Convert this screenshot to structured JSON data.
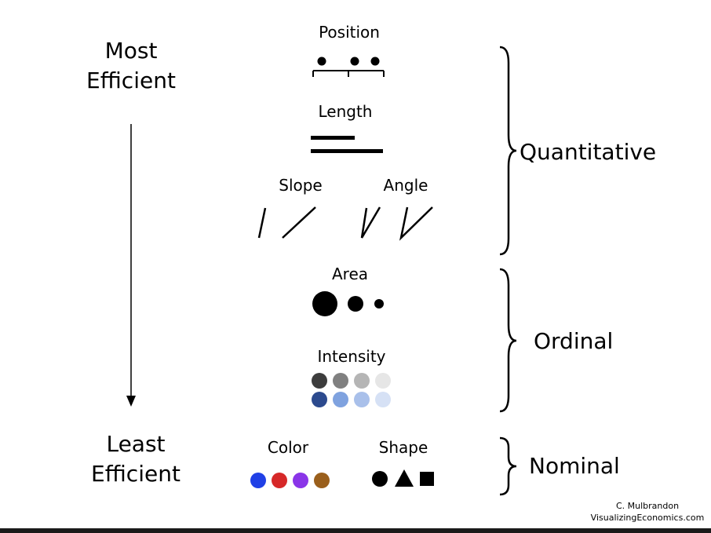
{
  "scale": {
    "top_line1": "Most",
    "top_line2": "Efficient",
    "bottom_line1": "Least",
    "bottom_line2": "Efficient"
  },
  "encodings": {
    "position": "Position",
    "length": "Length",
    "slope": "Slope",
    "angle": "Angle",
    "area": "Area",
    "intensity": "Intensity",
    "color": "Color",
    "shape": "Shape"
  },
  "groups": {
    "quantitative": "Quantitative",
    "ordinal": "Ordinal",
    "nominal": "Nominal"
  },
  "intensity_colors": {
    "gray": [
      "#3d3d3d",
      "#808080",
      "#b5b5b5",
      "#e6e6e6"
    ],
    "blue": [
      "#2c4a8e",
      "#7fa2df",
      "#a9c0ea",
      "#d6e1f5"
    ]
  },
  "nominal_colors": [
    "#2040e6",
    "#d62828",
    "#8a35e8",
    "#9a5f1c"
  ],
  "shape_icons": [
    "circle-icon",
    "triangle-icon",
    "square-icon"
  ],
  "credit": {
    "line1": "C. Mulbrandon",
    "line2": "VisualizingEconomics.com"
  }
}
